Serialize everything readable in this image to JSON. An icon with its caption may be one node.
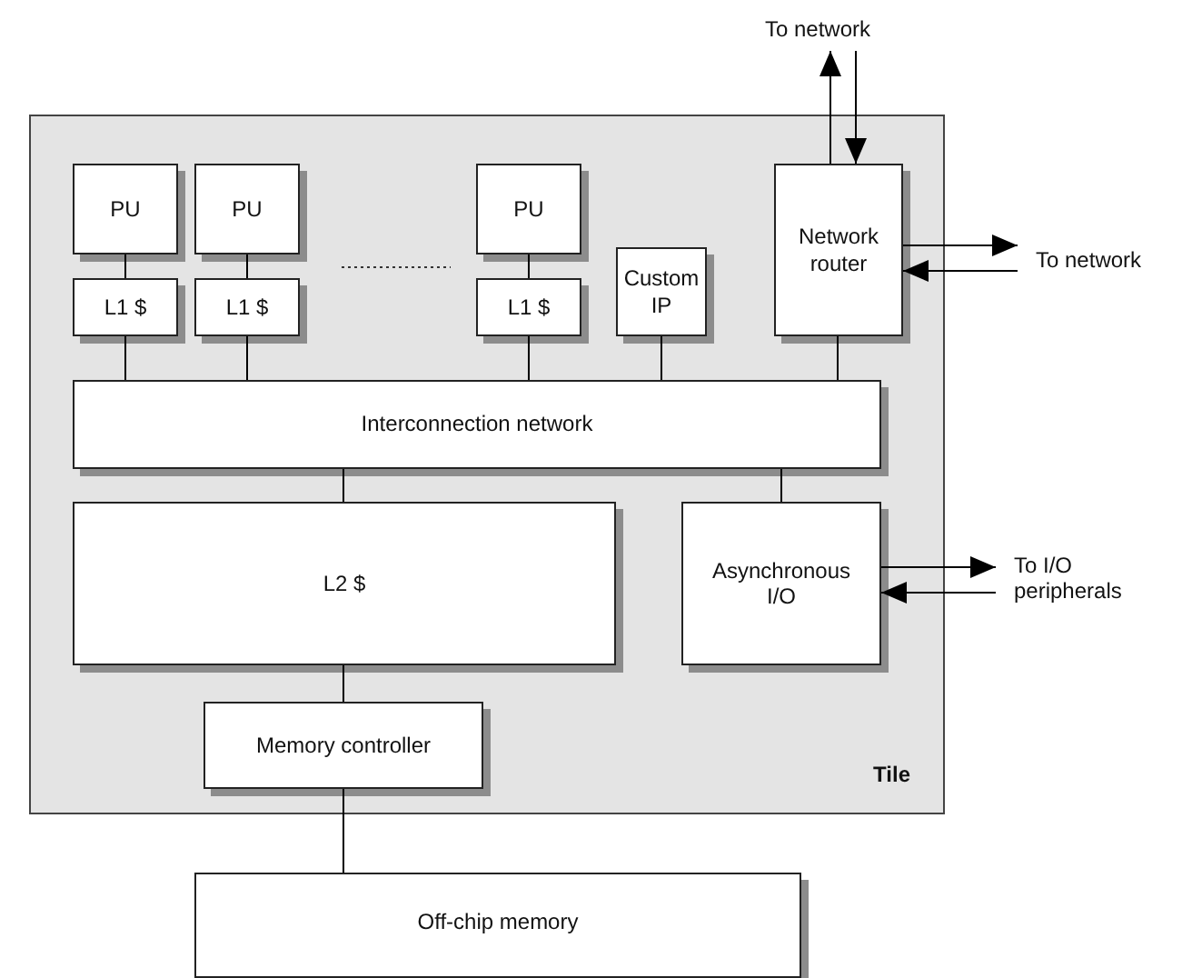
{
  "diagram": {
    "nodes": [
      {
        "text": [
          "Tile"
        ]
      },
      {
        "text": [
          "PU"
        ],
        "in": 0
      },
      {
        "text": [
          "PU"
        ],
        "in": 0
      },
      {
        "text": [
          "PU"
        ],
        "in": 0
      },
      {
        "text": [
          "L1 $"
        ],
        "in": 0
      },
      {
        "text": [
          "L1 $"
        ],
        "in": 0
      },
      {
        "text": [
          "L1 $"
        ],
        "in": 0
      },
      {
        "text": [
          "Custom IP"
        ],
        "in": 0
      },
      {
        "text": [
          "Network router"
        ],
        "in": 0
      },
      {
        "text": [
          "Interconnection network"
        ],
        "in": 0
      },
      {
        "text": [
          "L2 $"
        ],
        "in": 0
      },
      {
        "text": [
          "Asynchronous I/O"
        ],
        "in": 0
      },
      {
        "text": [
          "Memory controller"
        ],
        "in": 0
      },
      {
        "text": [
          "Off-chip memory"
        ]
      },
      {
        "text": [
          "To network"
        ]
      },
      {
        "text": [
          "To network"
        ]
      },
      {
        "text": [
          "To I/O peripherals"
        ]
      }
    ],
    "edges": [
      {
        "from": 1,
        "to": 4,
        "arrow": "none"
      },
      {
        "from": 2,
        "to": 5,
        "arrow": "none"
      },
      {
        "from": 3,
        "to": 6,
        "arrow": "none"
      },
      {
        "from": 4,
        "to": 9,
        "arrow": "none"
      },
      {
        "from": 5,
        "to": 9,
        "arrow": "none"
      },
      {
        "from": 6,
        "to": 9,
        "arrow": "none"
      },
      {
        "from": 7,
        "to": 9,
        "arrow": "none"
      },
      {
        "from": 8,
        "to": 9,
        "arrow": "none"
      },
      {
        "from": 9,
        "to": 10,
        "arrow": "none"
      },
      {
        "from": 9,
        "to": 11,
        "arrow": "none"
      },
      {
        "from": 10,
        "to": 12,
        "arrow": "none"
      },
      {
        "from": 12,
        "to": 13,
        "arrow": "none"
      },
      {
        "from": 8,
        "to": 14,
        "arrow": "to"
      },
      {
        "from": 14,
        "to": 8,
        "arrow": "to"
      },
      {
        "from": 8,
        "to": 15,
        "arrow": "to"
      },
      {
        "from": 15,
        "to": 8,
        "arrow": "to"
      },
      {
        "from": 11,
        "to": 16,
        "arrow": "to"
      },
      {
        "from": 16,
        "to": 11,
        "arrow": "to"
      }
    ]
  }
}
